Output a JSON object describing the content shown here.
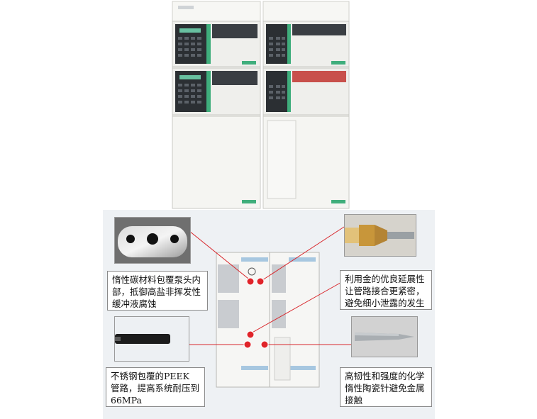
{
  "callouts": {
    "top_left": "惰性碳材料包覆泵头内部，抵御高盐非挥发性缓冲液腐蚀",
    "top_right": "利用金的优良延展性让管路接合更紧密，避免细小泄露的发生",
    "bottom_left": "不锈钢包覆的PEEK 管路，提高系统耐压到66MPa",
    "bottom_right": "高韧性和强度的化学惰性陶瓷针避免金属接触"
  },
  "colors": {
    "callout_line": "#d8262b",
    "marker": "#e0242a",
    "panel_bg": "#eef1f4",
    "instrument_body": "#f2f2ef",
    "accent_green": "#3fae7c"
  }
}
